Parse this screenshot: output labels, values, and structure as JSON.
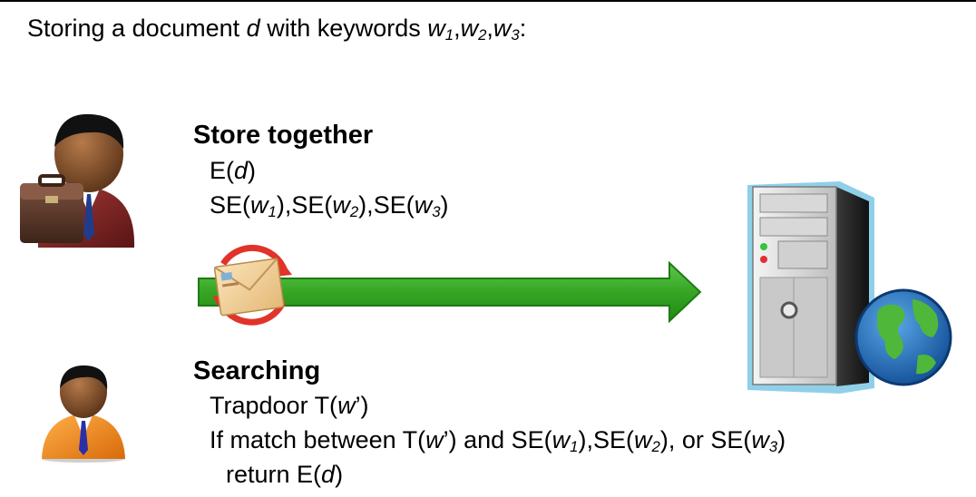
{
  "heading": {
    "prefix": "Storing a document ",
    "doc_var": "d",
    "mid": " with keywords ",
    "w": "w",
    "s1": "1",
    "s2": "2",
    "s3": "3",
    "comma": ",",
    "suffix": ":"
  },
  "store": {
    "title": "Store together",
    "line1": {
      "a": "E(",
      "d": "d",
      "b": ")"
    },
    "line2": {
      "se": "SE(",
      "w": "w",
      "close": ")",
      "comma": ",",
      "s1": "1",
      "s2": "2",
      "s3": "3"
    }
  },
  "search": {
    "title": "Searching",
    "trapdoor": {
      "a": "Trapdoor T(",
      "w": "w",
      "b": "’)"
    },
    "ifmatch": {
      "a": "If match between T(",
      "w": "w",
      "b": "’) and SE(",
      "close": ")",
      "comma": ",",
      "se": "SE(",
      "or": ", or SE(",
      "s1": "1",
      "s2": "2",
      "s3": "3"
    },
    "ret": {
      "a": "return E(",
      "d": "d",
      "b": ")"
    }
  },
  "icons": [
    "businessman-with-briefcase-icon",
    "envelope-exchange-icon",
    "arrow-right-icon",
    "server-globe-icon",
    "user-orange-icon"
  ],
  "colors": {
    "arrow_green": "#3aa82a",
    "arrow_dark": "#1f7a14",
    "server_outline": "#8fd0e8",
    "globe_blue": "#1f6fc0",
    "globe_green": "#4fb83a"
  }
}
